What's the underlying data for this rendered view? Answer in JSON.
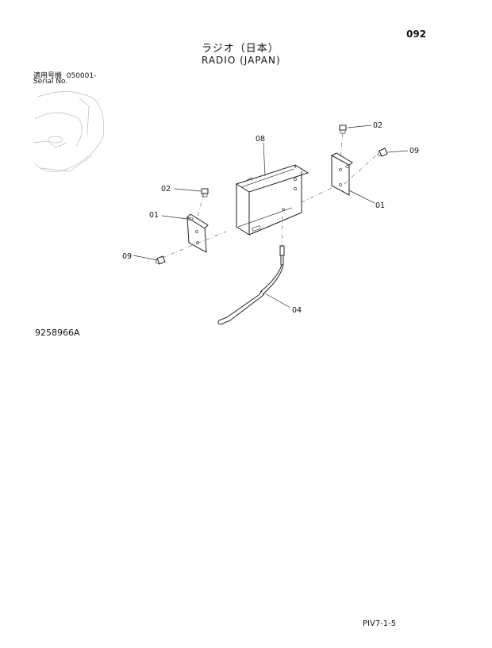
{
  "page_number": "092",
  "title_jp": "ラジオ（日本）",
  "title_en": "RADIO (JAPAN)",
  "serial_label_jp": "適用号機",
  "serial_value": "050001-",
  "serial_label_en": "Serial No.",
  "drawing_number": "9258966A",
  "footer_code": "PIV7-1-5",
  "callouts": [
    {
      "id": "cl-02-upper",
      "label": "02"
    },
    {
      "id": "cl-09-right",
      "label": "09"
    },
    {
      "id": "cl-08",
      "label": "08"
    },
    {
      "id": "cl-02-left",
      "label": "02"
    },
    {
      "id": "cl-01-left",
      "label": "01"
    },
    {
      "id": "cl-01-right",
      "label": "01"
    },
    {
      "id": "cl-09-left",
      "label": "09"
    },
    {
      "id": "cl-04",
      "label": "04"
    }
  ]
}
